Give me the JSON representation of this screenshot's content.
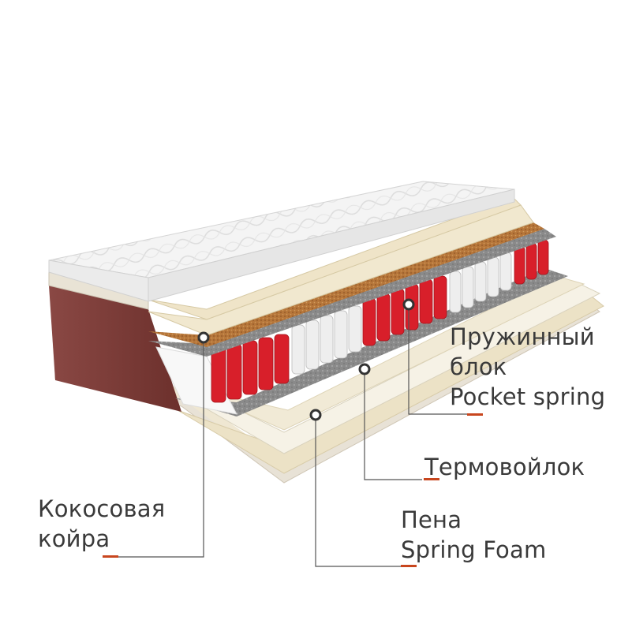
{
  "diagram": {
    "subject": "Mattress cross-section (pocket spring)",
    "accent_color": "#c8461e",
    "leader_line_color": "#555555",
    "callouts": [
      {
        "id": "coconut",
        "lines": [
          "Кокосовая",
          "койра"
        ]
      },
      {
        "id": "pocket-spring",
        "lines": [
          "Пружинный",
          "блок",
          "Pocket spring"
        ]
      },
      {
        "id": "thermofelt",
        "lines": [
          "Термовойлок"
        ]
      },
      {
        "id": "foam",
        "lines": [
          "Пена",
          "Spring Foam"
        ]
      }
    ],
    "layers_top_to_bottom": [
      "Quilted cover",
      "Thin padding layers",
      "Foam layer",
      "Coconut coir",
      "Thermofelt",
      "Pocket spring block",
      "Thermofelt",
      "Foam layer",
      "Padding layers",
      "Bottom cover"
    ],
    "colors": {
      "cover": "#f3f3f3",
      "coir": "#b8773a",
      "felt": "#8c8c8c",
      "spring_red": "#d81f2a",
      "spring_white": "#efefef",
      "side_panel": "#7a3a36",
      "foam": "#f1ead8"
    }
  }
}
